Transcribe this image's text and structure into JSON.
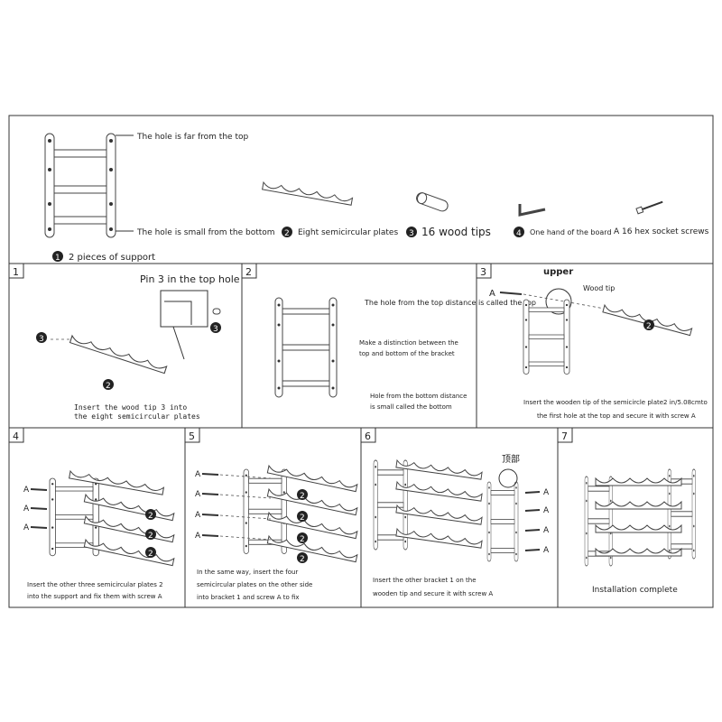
{
  "parts": {
    "support_top_note": "The hole is far from the top",
    "support_bottom_note": "The hole is small from the bottom",
    "p1": {
      "num": "1",
      "label": "2 pieces of support"
    },
    "p2": {
      "num": "2",
      "label": "Eight semicircular plates"
    },
    "p3": {
      "num": "3",
      "label": "16 wood tips"
    },
    "p4": {
      "num": "4",
      "label": "One hand of the board"
    },
    "p5": {
      "label": "A 16 hex socket screws"
    }
  },
  "steps": [
    {
      "num": "1",
      "lines": [
        "Insert the wood tip 3 into",
        "the eight semicircular plates"
      ],
      "callout": "Pin 3 in the top hole",
      "badge3": "3",
      "badge2": "2"
    },
    {
      "num": "2",
      "note_top": "The hole from the top distance is called the top",
      "note_mid": [
        "Make a distinction between the",
        "top and bottom of the bracket"
      ],
      "note_bottom": [
        "Hole from the bottom distance",
        "is small called the bottom"
      ]
    },
    {
      "num": "3",
      "upper": "upper",
      "wood_tip": "Wood tip",
      "screw": "A",
      "badge2": "2",
      "lines": [
        "Insert the wooden tip of the semicircle plate2 in/5.08cmto",
        "the first hole at the top and secure it with screw A"
      ]
    },
    {
      "num": "4",
      "screw": "A",
      "badge2": "2",
      "lines": [
        "Insert the other three semicircular plates 2",
        "into the support and fix them with screw A"
      ]
    },
    {
      "num": "5",
      "screw": "A",
      "badge2": "2",
      "lines": [
        "In the same way, insert the four",
        "semicircular plates on the other side",
        "into bracket 1 and screw A to fix"
      ]
    },
    {
      "num": "6",
      "top_cn": "顶部",
      "screw": "A",
      "lines": [
        "Insert the other bracket 1 on the",
        "wooden tip and secure it with screw A"
      ]
    },
    {
      "num": "7",
      "lines": [
        "Installation complete"
      ]
    }
  ]
}
